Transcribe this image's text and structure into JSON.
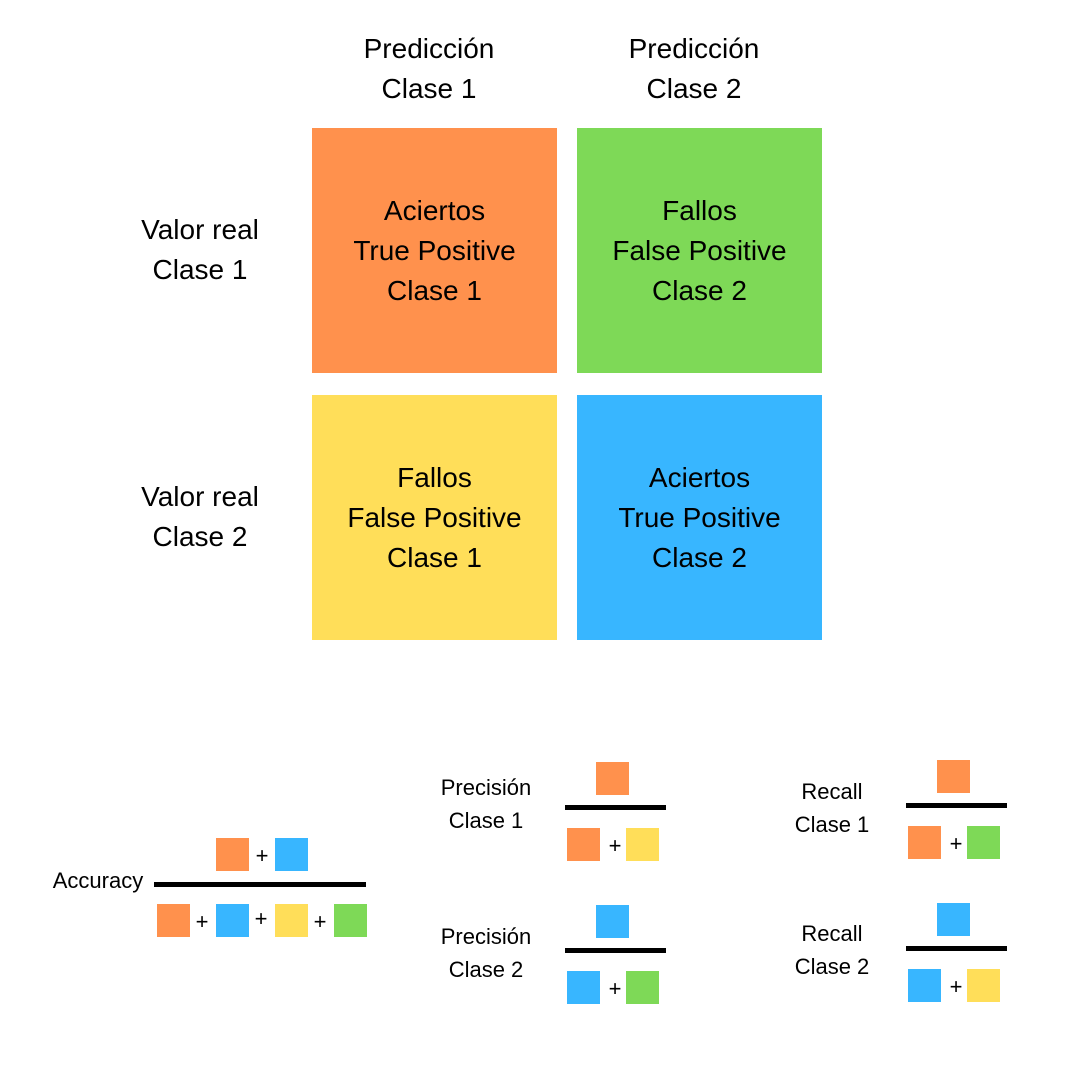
{
  "colors": {
    "tp1": "#ff914d",
    "fp2": "#7ed957",
    "fp1": "#ffde59",
    "tp2": "#38b6ff"
  },
  "headers": {
    "col1": {
      "line1": "Predicción",
      "line2": "Clase 1"
    },
    "col2": {
      "line1": "Predicción",
      "line2": "Clase 2"
    },
    "row1": {
      "line1": "Valor real",
      "line2": "Clase 1"
    },
    "row2": {
      "line1": "Valor real",
      "line2": "Clase 2"
    }
  },
  "matrix": {
    "tp1": {
      "line1": "Aciertos",
      "line2": "True Positive",
      "line3": "Clase 1"
    },
    "fp2": {
      "line1": "Fallos",
      "line2": "False Positive",
      "line3": "Clase 2"
    },
    "fp1": {
      "line1": "Fallos",
      "line2": "False Positive",
      "line3": "Clase 1"
    },
    "tp2": {
      "line1": "Aciertos",
      "line2": "True Positive",
      "line3": "Clase 2"
    }
  },
  "formulas": {
    "accuracy": {
      "label": "Accuracy",
      "numerator": [
        "tp1",
        "tp2"
      ],
      "denominator": [
        "tp1",
        "tp2",
        "fp1",
        "fp2"
      ]
    },
    "precision1": {
      "line1": "Precisión",
      "line2": "Clase 1",
      "numerator": [
        "tp1"
      ],
      "denominator": [
        "tp1",
        "fp1"
      ]
    },
    "precision2": {
      "line1": "Precisión",
      "line2": "Clase 2",
      "numerator": [
        "tp2"
      ],
      "denominator": [
        "tp2",
        "fp2"
      ]
    },
    "recall1": {
      "line1": "Recall",
      "line2": "Clase 1",
      "numerator": [
        "tp1"
      ],
      "denominator": [
        "tp1",
        "fp2"
      ]
    },
    "recall2": {
      "line1": "Recall",
      "line2": "Clase 2",
      "numerator": [
        "tp2"
      ],
      "denominator": [
        "tp2",
        "fp1"
      ]
    }
  },
  "plus_sign": "+"
}
